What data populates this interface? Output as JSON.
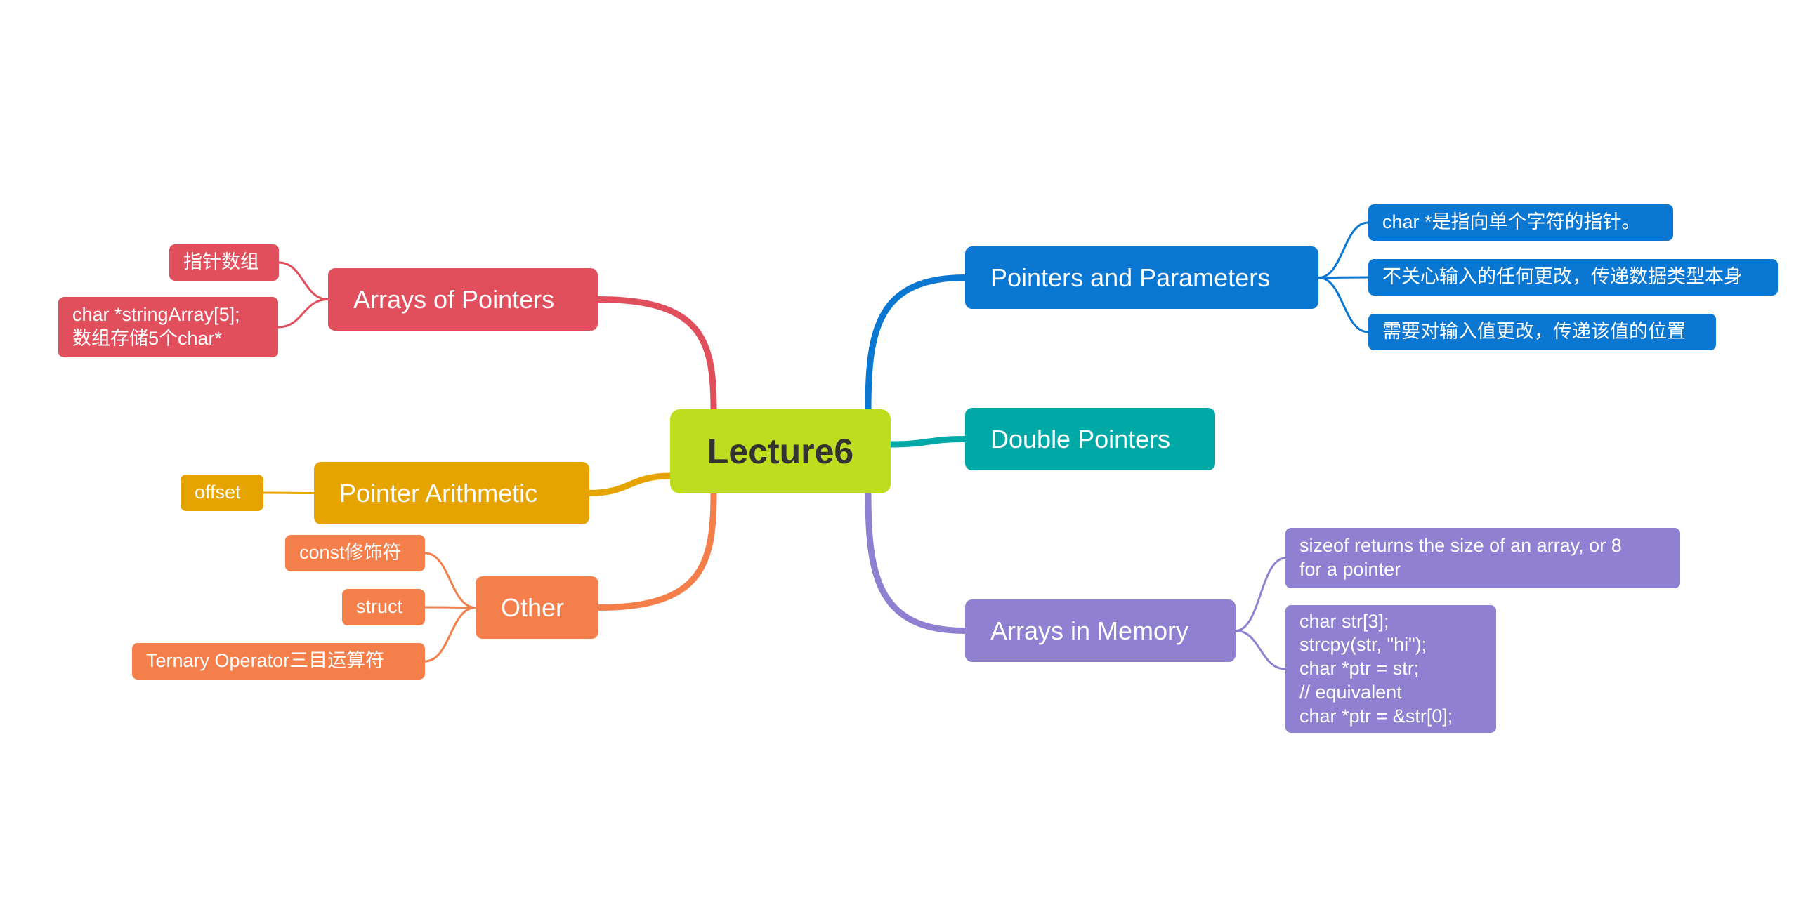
{
  "root": {
    "label": "Lecture6",
    "color": "#bedd1f"
  },
  "branches": {
    "arrays_of_pointers": {
      "label": "Arrays of Pointers",
      "color": "#e24f5c",
      "children": [
        "指针数组",
        "char *stringArray[5];\n数组存储5个char*"
      ]
    },
    "pointer_arithmetic": {
      "label": "Pointer Arithmetic",
      "color": "#e6a400",
      "children": [
        "offset"
      ]
    },
    "other": {
      "label": "Other",
      "color": "#f47f4b",
      "children": [
        "const修饰符",
        "struct",
        "Ternary Operator三目运算符"
      ]
    },
    "pointers_and_parameters": {
      "label": "Pointers and Parameters",
      "color": "#0a77d2",
      "children": [
        "char *是指向单个字符的指针。",
        "不关心输入的任何更改，传递数据类型本身",
        "需要对输入值更改，传递该值的位置"
      ]
    },
    "double_pointers": {
      "label": "Double Pointers",
      "color": "#00a8a6",
      "children": []
    },
    "arrays_in_memory": {
      "label": "Arrays in Memory",
      "color": "#9080d2",
      "children": [
        "sizeof returns the size of an array, or 8\nfor a pointer",
        "char str[3];\nstrcpy(str, \"hi\");\nchar *ptr = str;\n// equivalent\nchar *ptr = &str[0];"
      ]
    }
  }
}
